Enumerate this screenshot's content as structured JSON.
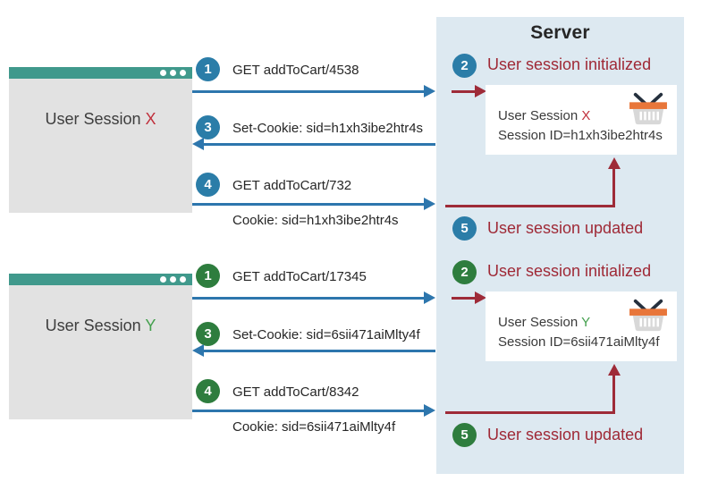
{
  "server": {
    "title": "Server"
  },
  "colors": {
    "badge_blue": "#2b7da8",
    "badge_green": "#2e7d3e",
    "arrow_blue": "#2d76ad",
    "arrow_red": "#9e2b38",
    "step_text_red": "#9f2936",
    "letter_x_red": "#c0303c",
    "letter_y_green": "#44a04e",
    "titlebar_teal": "#40998c",
    "window_gray": "#e2e2e2",
    "server_panel_blue": "#dde9f1",
    "basket_orange": "#e8763a"
  },
  "sessions": [
    {
      "window_title": "User Session",
      "window_letter": "X",
      "steps": {
        "s1": {
          "num": "1",
          "label": "GET addToCart/4538"
        },
        "s2": {
          "num": "2",
          "label": "User session initialized"
        },
        "s3": {
          "num": "3",
          "label": "Set-Cookie: sid=h1xh3ibe2htr4s"
        },
        "s4": {
          "num": "4",
          "label": "GET addToCart/732",
          "cookie": "Cookie: sid=h1xh3ibe2htr4s"
        },
        "s5": {
          "num": "5",
          "label": "User session updated"
        }
      },
      "box": {
        "title": "User Session",
        "letter": "X",
        "session_id": "Session ID=h1xh3ibe2htr4s",
        "icon": "shopping-basket-icon"
      }
    },
    {
      "window_title": "User Session",
      "window_letter": "Y",
      "steps": {
        "s1": {
          "num": "1",
          "label": "GET addToCart/17345"
        },
        "s2": {
          "num": "2",
          "label": "User session initialized"
        },
        "s3": {
          "num": "3",
          "label": "Set-Cookie: sid=6sii471aiMlty4f"
        },
        "s4": {
          "num": "4",
          "label": "GET addToCart/8342",
          "cookie": "Cookie: sid=6sii471aiMlty4f"
        },
        "s5": {
          "num": "5",
          "label": "User session updated"
        }
      },
      "box": {
        "title": "User Session",
        "letter": "Y",
        "session_id": "Session ID=6sii471aiMlty4f",
        "icon": "shopping-basket-icon"
      }
    }
  ]
}
